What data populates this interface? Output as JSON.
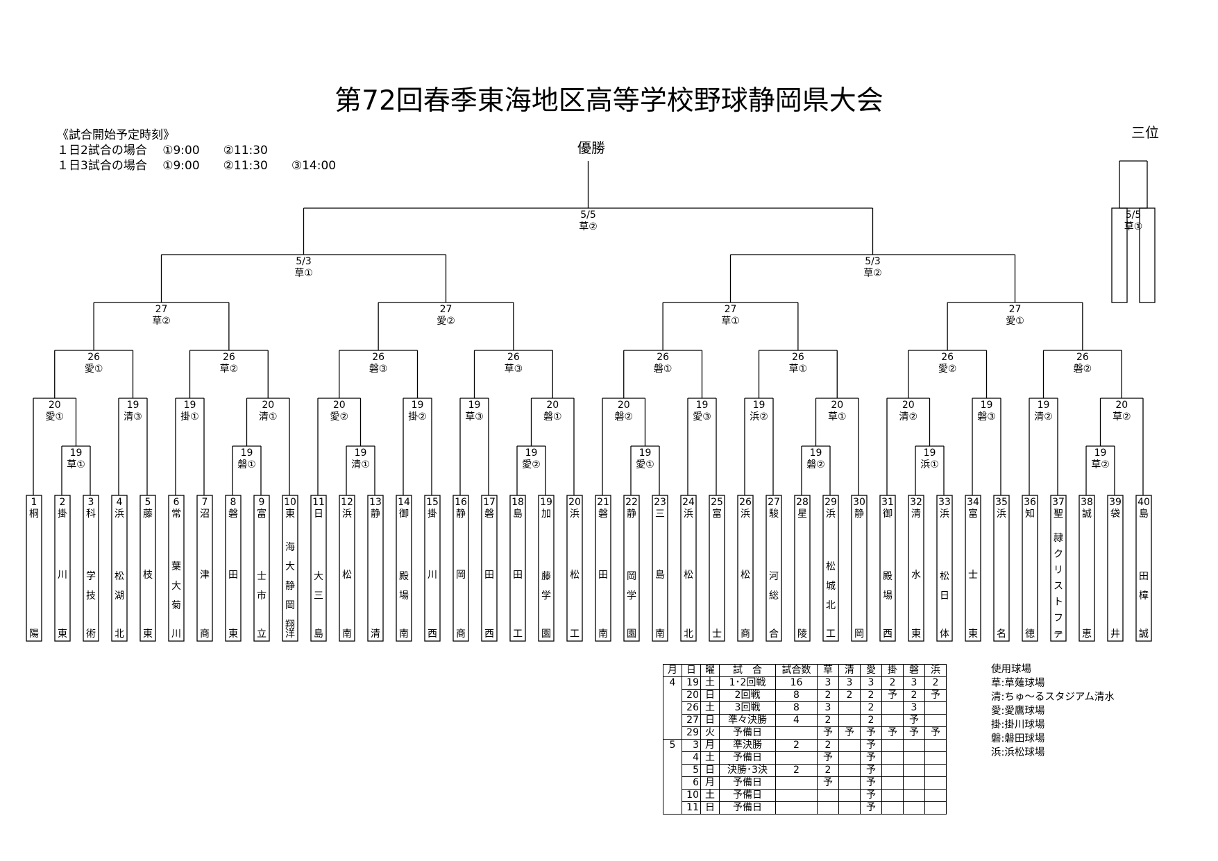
{
  "title": "第72回春季東海地区高等学校野球静岡県大会",
  "start_times": {
    "heading": "《試合開始予定時刻》",
    "line1": "１日2試合の場合　 ①9:00　　②11:30",
    "line2": "１日3試合の場合　 ①9:00　　②11:30　　③14:00"
  },
  "champion_label": "優勝",
  "third_place_label": "三位",
  "third_place_game": {
    "date": "5/5",
    "slot": "草①"
  },
  "final_game": {
    "date": "5/5",
    "slot": "草②"
  },
  "semifinals": [
    {
      "date": "5/3",
      "slot": "草①"
    },
    {
      "date": "5/3",
      "slot": "草②"
    }
  ],
  "quarterfinals": [
    {
      "date": "27",
      "slot": "草②"
    },
    {
      "date": "27",
      "slot": "愛②"
    },
    {
      "date": "27",
      "slot": "草①"
    },
    {
      "date": "27",
      "slot": "愛①"
    }
  ],
  "round3": [
    {
      "date": "26",
      "slot": "愛①"
    },
    {
      "date": "26",
      "slot": "草②"
    },
    {
      "date": "26",
      "slot": "磐③"
    },
    {
      "date": "26",
      "slot": "草③"
    },
    {
      "date": "26",
      "slot": "磐①"
    },
    {
      "date": "26",
      "slot": "草①"
    },
    {
      "date": "26",
      "slot": "愛②"
    },
    {
      "date": "26",
      "slot": "磐②"
    }
  ],
  "round2": [
    {
      "date": "20",
      "slot": "愛①"
    },
    {
      "date": "19",
      "slot": "清③"
    },
    {
      "date": "19",
      "slot": "掛①"
    },
    {
      "date": "20",
      "slot": "清①"
    },
    {
      "date": "20",
      "slot": "愛②"
    },
    {
      "date": "19",
      "slot": "掛②"
    },
    {
      "date": "19",
      "slot": "草③"
    },
    {
      "date": "20",
      "slot": "磐①"
    },
    {
      "date": "20",
      "slot": "磐②"
    },
    {
      "date": "19",
      "slot": "愛③"
    },
    {
      "date": "19",
      "slot": "浜②"
    },
    {
      "date": "20",
      "slot": "草①"
    },
    {
      "date": "20",
      "slot": "清②"
    },
    {
      "date": "19",
      "slot": "磐③"
    },
    {
      "date": "19",
      "slot": "清②"
    },
    {
      "date": "20",
      "slot": "草②"
    }
  ],
  "round1": [
    {
      "date": "19",
      "slot": "草①"
    },
    {
      "date": "19",
      "slot": "磐①"
    },
    {
      "date": "19",
      "slot": "清①"
    },
    {
      "date": "19",
      "slot": "愛②"
    },
    {
      "date": "19",
      "slot": "愛①"
    },
    {
      "date": "19",
      "slot": "磐②"
    },
    {
      "date": "19",
      "slot": "浜①"
    },
    {
      "date": "19",
      "slot": "草②"
    }
  ],
  "teams": [
    {
      "no": "1",
      "top": "桐",
      "mid": "",
      "bottom": "陽"
    },
    {
      "no": "2",
      "top": "掛",
      "mid": "川",
      "bottom": "東"
    },
    {
      "no": "3",
      "top": "科",
      "mid": "学技",
      "bottom": "術"
    },
    {
      "no": "4",
      "top": "浜",
      "mid": "松湖",
      "bottom": "北"
    },
    {
      "no": "5",
      "top": "藤",
      "mid": "枝",
      "bottom": "東"
    },
    {
      "no": "6",
      "top": "常",
      "mid": "葉大菊",
      "bottom": "川"
    },
    {
      "no": "7",
      "top": "沼",
      "mid": "津",
      "bottom": "商"
    },
    {
      "no": "8",
      "top": "磐",
      "mid": "田",
      "bottom": "東"
    },
    {
      "no": "9",
      "top": "富",
      "mid": "士市",
      "bottom": "立"
    },
    {
      "no": "10",
      "top": "東",
      "mid": "海大静岡翔",
      "bottom": "洋"
    },
    {
      "no": "11",
      "top": "日",
      "mid": "大三",
      "bottom": "島"
    },
    {
      "no": "12",
      "top": "浜",
      "mid": "松",
      "bottom": "南"
    },
    {
      "no": "13",
      "top": "静",
      "mid": "",
      "bottom": "清"
    },
    {
      "no": "14",
      "top": "御",
      "mid": "殿場",
      "bottom": "南"
    },
    {
      "no": "15",
      "top": "掛",
      "mid": "川",
      "bottom": "西"
    },
    {
      "no": "16",
      "top": "静",
      "mid": "岡",
      "bottom": "商"
    },
    {
      "no": "17",
      "top": "磐",
      "mid": "田",
      "bottom": "西"
    },
    {
      "no": "18",
      "top": "島",
      "mid": "田",
      "bottom": "工"
    },
    {
      "no": "19",
      "top": "加",
      "mid": "藤学",
      "bottom": "園"
    },
    {
      "no": "20",
      "top": "浜",
      "mid": "松",
      "bottom": "工"
    },
    {
      "no": "21",
      "top": "磐",
      "mid": "田",
      "bottom": "南"
    },
    {
      "no": "22",
      "top": "静",
      "mid": "岡学",
      "bottom": "園"
    },
    {
      "no": "23",
      "top": "三",
      "mid": "島",
      "bottom": "南"
    },
    {
      "no": "24",
      "top": "浜",
      "mid": "松",
      "bottom": "北"
    },
    {
      "no": "25",
      "top": "富",
      "mid": "",
      "bottom": "士"
    },
    {
      "no": "26",
      "top": "浜",
      "mid": "松",
      "bottom": "商"
    },
    {
      "no": "27",
      "top": "駿",
      "mid": "河総",
      "bottom": "合"
    },
    {
      "no": "28",
      "top": "星",
      "mid": "",
      "bottom": "陵"
    },
    {
      "no": "29",
      "top": "浜",
      "mid": "松城北",
      "bottom": "工"
    },
    {
      "no": "30",
      "top": "静",
      "mid": "",
      "bottom": "岡"
    },
    {
      "no": "31",
      "top": "御",
      "mid": "殿場",
      "bottom": "西"
    },
    {
      "no": "32",
      "top": "清",
      "mid": "水",
      "bottom": "東"
    },
    {
      "no": "33",
      "top": "浜",
      "mid": "松日",
      "bottom": "体"
    },
    {
      "no": "34",
      "top": "富",
      "mid": "士",
      "bottom": "東"
    },
    {
      "no": "35",
      "top": "浜",
      "mid": "",
      "bottom": "名"
    },
    {
      "no": "36",
      "top": "知",
      "mid": "",
      "bottom": "徳"
    },
    {
      "no": "37",
      "top": "聖",
      "mid": "隷クリストファ",
      "bottom": "ー"
    },
    {
      "no": "38",
      "top": "誠",
      "mid": "",
      "bottom": "恵"
    },
    {
      "no": "39",
      "top": "袋",
      "mid": "",
      "bottom": "井"
    },
    {
      "no": "40",
      "top": "島",
      "mid": "田樟",
      "bottom": "誠"
    }
  ],
  "schedule": {
    "headers": [
      "月",
      "日",
      "曜",
      "試　合",
      "試合数",
      "草",
      "清",
      "愛",
      "掛",
      "磐",
      "浜"
    ],
    "rows": [
      [
        "4",
        "19",
        "土",
        "1･2回戦",
        "16",
        "3",
        "3",
        "3",
        "2",
        "3",
        "2"
      ],
      [
        "",
        "20",
        "日",
        "2回戦",
        "8",
        "2",
        "2",
        "2",
        "予",
        "2",
        "予"
      ],
      [
        "",
        "26",
        "土",
        "3回戦",
        "8",
        "3",
        "",
        "2",
        "",
        "3",
        ""
      ],
      [
        "",
        "27",
        "日",
        "準々決勝",
        "4",
        "2",
        "",
        "2",
        "",
        "予",
        ""
      ],
      [
        "",
        "29",
        "火",
        "予備日",
        "",
        "予",
        "予",
        "予",
        "予",
        "予",
        "予"
      ],
      [
        "5",
        "3",
        "月",
        "準決勝",
        "2",
        "2",
        "",
        "予",
        "",
        "",
        ""
      ],
      [
        "",
        "4",
        "土",
        "予備日",
        "",
        "予",
        "",
        "予",
        "",
        "",
        ""
      ],
      [
        "",
        "5",
        "日",
        "決勝･3決",
        "2",
        "2",
        "",
        "予",
        "",
        "",
        ""
      ],
      [
        "",
        "6",
        "月",
        "予備日",
        "",
        "予",
        "",
        "予",
        "",
        "",
        ""
      ],
      [
        "",
        "10",
        "土",
        "予備日",
        "",
        "",
        "",
        "予",
        "",
        "",
        ""
      ],
      [
        "",
        "11",
        "日",
        "予備日",
        "",
        "",
        "",
        "予",
        "",
        "",
        ""
      ]
    ]
  },
  "venues": {
    "heading": "使用球場",
    "items": [
      "草:草薙球場",
      "清:ちゅ～るスタジアム清水",
      "愛:愛鷹球場",
      "掛:掛川球場",
      "磐:磐田球場",
      "浜:浜松球場"
    ]
  }
}
